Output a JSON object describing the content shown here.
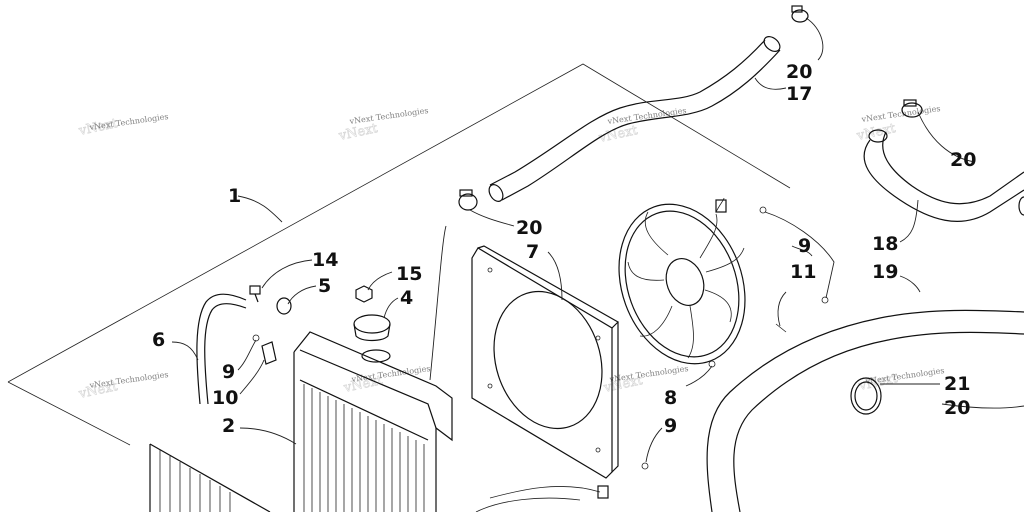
{
  "watermark_text": "vNext Technologies",
  "callouts": {
    "c1": "1",
    "c2": "2",
    "c4": "4",
    "c5": "5",
    "c6": "6",
    "c7": "7",
    "c8": "8",
    "c9a": "9",
    "c9b": "9",
    "c9c": "9",
    "c10": "10",
    "c11": "11",
    "c14": "14",
    "c15": "15",
    "c17": "17",
    "c18": "18",
    "c19": "19",
    "c20a": "20",
    "c20b": "20",
    "c20c": "20",
    "c20d": "20",
    "c21": "21"
  }
}
